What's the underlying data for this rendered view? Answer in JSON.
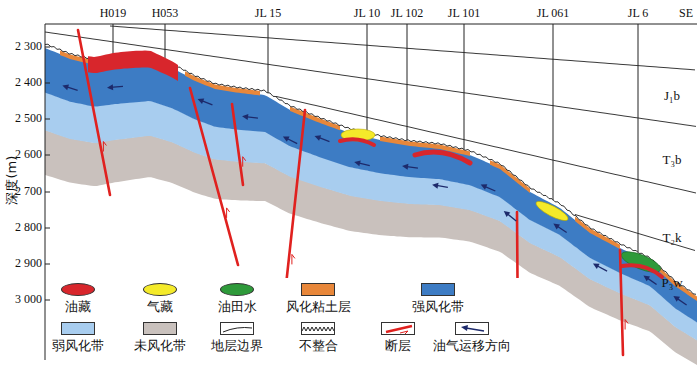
{
  "diagram": {
    "labels": [
      "H019",
      "H053",
      "JL 15",
      "JL 10",
      "JL 102",
      "JL 101",
      "JL 061",
      "JL 6",
      "SE",
      "2 300",
      "2 400",
      "2 500",
      "2 600",
      "2 700",
      "2 800",
      "2 900",
      "3 000",
      "深度(m)",
      "J₁b",
      "T₃b",
      "T₂k",
      "P₃w"
    ],
    "legend": [
      {
        "text": "油藏",
        "color": "#d8262c"
      },
      {
        "text": "气藏",
        "color": "#f4ea2a"
      },
      {
        "text": "油田水",
        "color": "#2e9a3a"
      },
      {
        "text": "风化粘土层",
        "color": "#e8873a"
      },
      {
        "text": "强风化带",
        "color": "#3d7cc4"
      },
      {
        "text": "弱风化带",
        "color": "#a8cdef"
      },
      {
        "text": "未风化带",
        "color": "#c9c1bd"
      },
      {
        "text": "地层边界"
      },
      {
        "text": "不整合"
      },
      {
        "text": "断层"
      },
      {
        "text": "油气运移方向"
      }
    ]
  }
}
